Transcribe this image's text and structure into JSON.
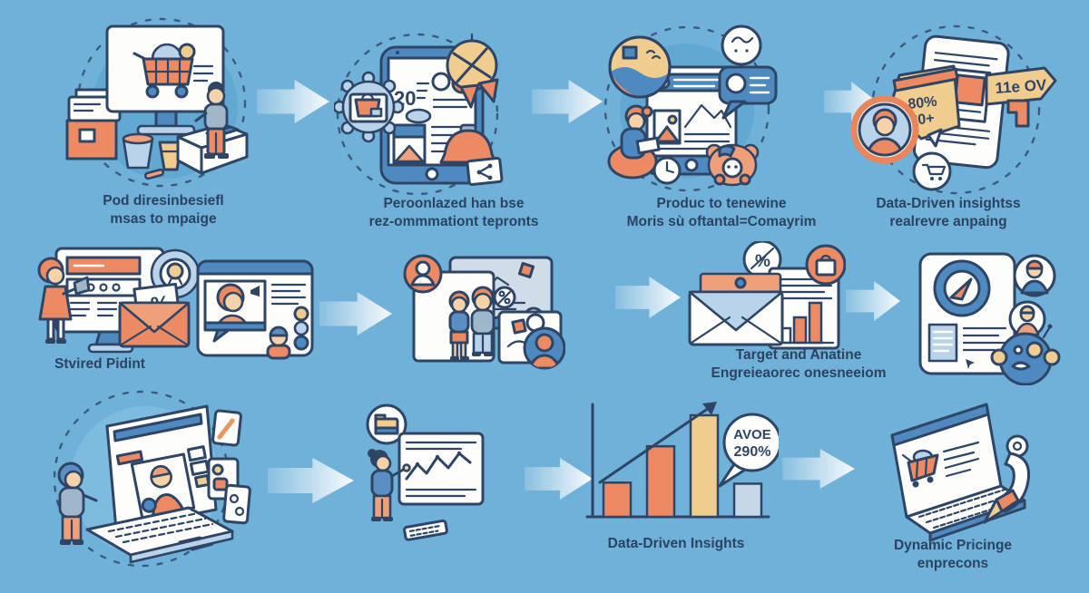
{
  "palette": {
    "background": "#6fb1d8",
    "ink": "#2e4566",
    "orange": "#ec8a63",
    "soft_orange": "#f0a079",
    "tan": "#f1cc8f",
    "blue": "#4e89c0",
    "light_blue": "#b9d3ea",
    "white": "#fdfdfb"
  },
  "steps": {
    "r1s1": {
      "scene": "desktop-store-monitor-with-cart-person-and-boxes",
      "caption": "Pod diresinbesiefl\nmsas to mpaige"
    },
    "r1s2": {
      "scene": "phone-personalized-recommendations-gear-compass-bell",
      "caption": "Peroonlazed han bse\nrez-ommmationt tepronts",
      "screen_number": "20"
    },
    "r1s3": {
      "scene": "tablet-article-photo-chat-bubble-reader",
      "caption": "Produc to tenewine\nMoris sù oftantal=Comayrim"
    },
    "r1s4": {
      "scene": "document-price-tag-ribbon-avatar",
      "caption": "Data-Driven insightss\nrealrevre anpaing",
      "tag_line1": "80%",
      "tag_line2": "80+",
      "ribbon": "11e OV"
    },
    "r2s1": {
      "scene": "monitor-discount-envelope-woman-megaphone",
      "caption": "Stvired Pidint",
      "envelope_note": "%"
    },
    "r2s2": {
      "scene": "video-call-window"
    },
    "r2s3": {
      "scene": "team-with-charts-and-panels"
    },
    "r2s4": {
      "scene": "email-campaign-with-bar-chart",
      "caption": "Target and Anatine\nEngreieaorec onesneeiom",
      "badge": "%"
    },
    "r2s5": {
      "scene": "phone-compass-audience-globe"
    },
    "r3s1": {
      "scene": "laptop-profile-editor-with-person"
    },
    "r3s2": {
      "scene": "analyst-pointing-at-line-chart"
    },
    "r3s3": {
      "scene": "growth-bar-chart-with-arrow",
      "caption": "Data-Driven Insights",
      "bubble_line1": "AVOE",
      "bubble_line2": "290%"
    },
    "r3s4": {
      "scene": "laptop-shopping-cart-with-pencil-scroll",
      "caption": "Dynamic Pricinge\nenprecons"
    }
  },
  "chart_data": [
    {
      "type": "bar",
      "context": "row3 growth chart",
      "categories": [
        "b1",
        "b2",
        "b3",
        "b4"
      ],
      "values": [
        32,
        66,
        95,
        31
      ],
      "colors": [
        "#ec8a63",
        "#ec8a63",
        "#f1cc8f",
        "#c6d8e8"
      ],
      "annotation": "AVOE 290%",
      "trend_arrow": true,
      "axes": "plain navy, no tick labels",
      "grid": false
    },
    {
      "type": "bar",
      "context": "row2 email mini chart",
      "categories": [
        "m1",
        "m2",
        "m3"
      ],
      "values": [
        16,
        28,
        44
      ],
      "colors": [
        "#fdfdfb",
        "#ec8a63",
        "#ec8a63"
      ],
      "grid": false
    }
  ]
}
